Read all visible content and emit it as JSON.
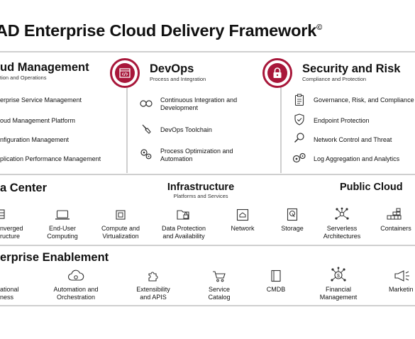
{
  "title": "AD Enterprise Cloud Delivery Framework",
  "title_mark": "©",
  "accent_color": "#a8173a",
  "cloud_management": {
    "title": "ud Management",
    "subtitle": "tion and Operations",
    "items": [
      "erprise Service Management",
      "oud Management Platform",
      "nfiguration Management",
      "plication Performance Management"
    ]
  },
  "devops": {
    "title": "DevOps",
    "subtitle": "Process and Integration",
    "badge_icon": "code-window-icon",
    "items": [
      {
        "icon": "infinity-icon",
        "line1": "Continuous Integration and",
        "line2": "Development"
      },
      {
        "icon": "wrench-icon",
        "line1": "DevOps Toolchain",
        "line2": ""
      },
      {
        "icon": "gears-icon",
        "line1": "Process Optimization and",
        "line2": "Automation"
      }
    ]
  },
  "security": {
    "title": "Security and Risk",
    "subtitle": "Compliance and Protection",
    "badge_icon": "lock-icon",
    "items": [
      {
        "icon": "clipboard-icon",
        "label": "Governance, Risk, and Compliance"
      },
      {
        "icon": "shield-icon",
        "label": "Endpoint Protection"
      },
      {
        "icon": "magnifier-icon",
        "label": "Network Control and Threat"
      },
      {
        "icon": "gears-icon",
        "label": "Log Aggregation and Analytics"
      }
    ]
  },
  "infrastructure": {
    "left_title": "a Center",
    "title": "Infrastructure",
    "subtitle": "Platforms and Services",
    "right_title": "Public Cloud",
    "items": [
      {
        "icon": "server-icon",
        "line1": "nverged",
        "line2": "ructure"
      },
      {
        "icon": "laptop-icon",
        "line1": "End-User",
        "line2": "Computing"
      },
      {
        "icon": "cpu-icon",
        "line1": "Compute and",
        "line2": "Virtualization"
      },
      {
        "icon": "folder-lock-icon",
        "line1": "Data Protection",
        "line2": "and Availability"
      },
      {
        "icon": "network-icon",
        "line1": "Network",
        "line2": ""
      },
      {
        "icon": "storage-icon",
        "line1": "Storage",
        "line2": ""
      },
      {
        "icon": "serverless-icon",
        "line1": "Serverless",
        "line2": "Architectures"
      },
      {
        "icon": "containers-icon",
        "line1": "Containers",
        "line2": ""
      }
    ]
  },
  "enablement": {
    "title": "erprise Enablement",
    "items": [
      {
        "icon": "partial-icon",
        "line1": "ational",
        "line2": "ness"
      },
      {
        "icon": "cloud-gear-icon",
        "line1": "Automation and",
        "line2": "Orchestration"
      },
      {
        "icon": "puzzle-icon",
        "line1": "Extensibility",
        "line2": "and APIS"
      },
      {
        "icon": "cart-icon",
        "line1": "Service",
        "line2": "Catalog"
      },
      {
        "icon": "book-icon",
        "line1": "CMDB",
        "line2": ""
      },
      {
        "icon": "dollar-network-icon",
        "line1": "Financial",
        "line2": "Management"
      },
      {
        "icon": "megaphone-icon",
        "line1": "Marketin",
        "line2": ""
      }
    ]
  }
}
